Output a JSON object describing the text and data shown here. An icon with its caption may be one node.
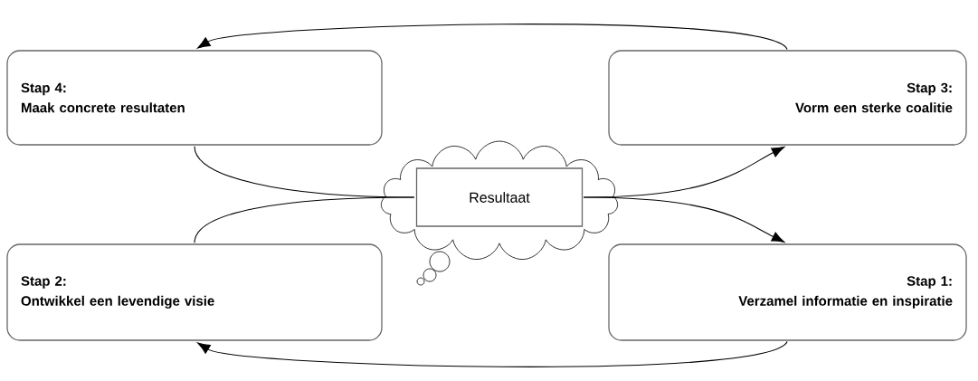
{
  "diagram": {
    "nodes": [
      {
        "text": [
          "Stap 4:",
          "Maak concrete resultaten"
        ]
      },
      {
        "text": [
          "Stap 3:",
          "Vorm een sterke coalitie"
        ]
      },
      {
        "text": [],
        "shape": "cloud"
      },
      {
        "text": [
          "Resultaat"
        ],
        "in": 2
      },
      {
        "text": [
          "Stap 2:",
          "Ontwikkel een levendige visie"
        ]
      },
      {
        "text": [
          "Stap 1:",
          "Verzamel informatie en inspiratie"
        ]
      }
    ],
    "edges": [
      {
        "from": 5,
        "to": 4,
        "arrow": "to"
      },
      {
        "from": 4,
        "to": 3,
        "arrow": "none"
      },
      {
        "from": 3,
        "to": 1,
        "arrow": "to"
      },
      {
        "from": 1,
        "to": 0,
        "arrow": "to"
      },
      {
        "from": 0,
        "to": 3,
        "arrow": "none"
      },
      {
        "from": 3,
        "to": 5,
        "arrow": "to"
      }
    ]
  }
}
